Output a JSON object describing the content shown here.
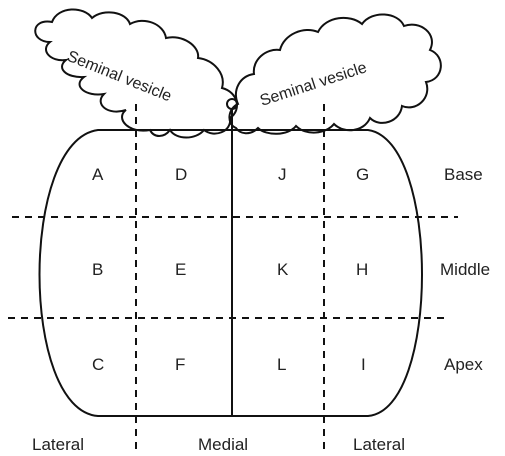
{
  "vesicles": {
    "left_label": "Seminal vesicle",
    "right_label": "Seminal vesicle"
  },
  "zones": {
    "A": "A",
    "D": "D",
    "J": "J",
    "G": "G",
    "B": "B",
    "E": "E",
    "K": "K",
    "H": "H",
    "C": "C",
    "F": "F",
    "L": "L",
    "I": "I"
  },
  "rows": {
    "base": "Base",
    "middle": "Middle",
    "apex": "Apex"
  },
  "columns": {
    "lateral_left": "Lateral",
    "medial": "Medial",
    "lateral_right": "Lateral"
  }
}
